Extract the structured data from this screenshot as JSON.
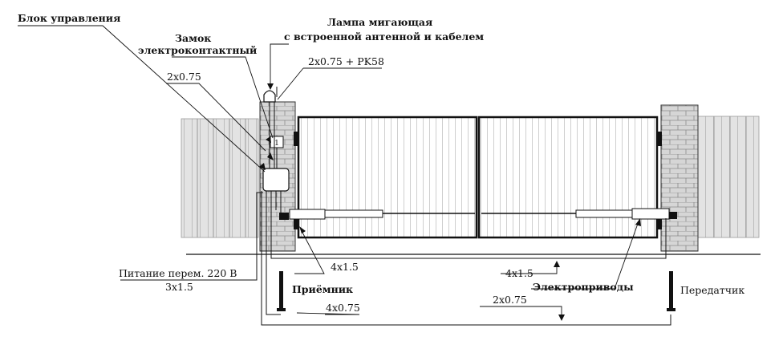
{
  "labels": {
    "control_unit": "Блок управления",
    "lock_line1": "Замок",
    "lock_line2": "электроконтактный",
    "lamp_line1": "Лампа мигающая",
    "lamp_line2": "с встроенной антенной и кабелем",
    "cable_lamp": "2x0.75 + PK58",
    "cable_lock": "2x0.75",
    "power": "Питание  перем.  220 В",
    "power_cable": "3x1.5",
    "receiver": "Приёмник",
    "cable_receiver": "4x0.75",
    "cable_motor_left": "4x1.5",
    "cable_motor_right": "4x1.5",
    "actuators": "Электроприводы",
    "cable_transmitter": "2x0.75",
    "transmitter": "Передатчик",
    "lock_box_number": "1"
  },
  "colors": {
    "line": "#111111",
    "fence_fill": "#e3e3e3",
    "fence_lines": "#bdbdbd",
    "pillar_fill": "#d6d6d6",
    "brick_lines": "#8a8a8a",
    "gate_fill": "#ffffff",
    "gate_slats": "#cfcfcf"
  },
  "icons": [
    "flashing-lamp-icon",
    "lock-icon",
    "control-box-icon",
    "actuator-icon",
    "photocell-icon"
  ]
}
